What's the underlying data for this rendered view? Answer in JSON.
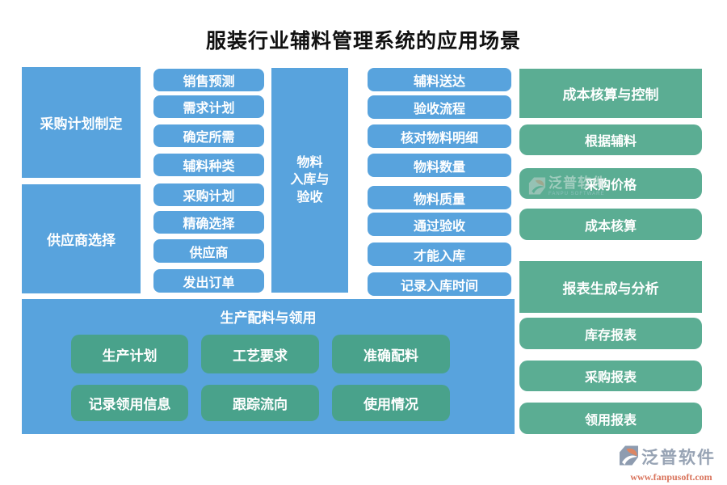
{
  "title": "服装行业辅料管理系统的应用场景",
  "colors": {
    "blue": "#58A3DD",
    "green": "#5BAD93",
    "green_dark": "#49A28B",
    "logo_gray": "#97A3B4",
    "logo_orange": "#D9745C"
  },
  "procurement_planning": {
    "label": "采购计划制定",
    "items": [
      "销售预测",
      "需求计划",
      "确定所需",
      "辅料种类"
    ]
  },
  "supplier_selection": {
    "label": "供应商选择",
    "items": [
      "采购计划",
      "精确选择",
      "供应商",
      "发出订单"
    ]
  },
  "warehousing": {
    "label_line1": "物料",
    "label_line2": "入库与",
    "label_line3": "验收",
    "items": [
      "辅料送达",
      "验收流程",
      "核对物料明细",
      "物料数量",
      "物料质量",
      "通过验收",
      "才能入库",
      "记录入库时间"
    ]
  },
  "cost_accounting": {
    "header": "成本核算与控制",
    "items": [
      "根据辅料",
      "采购价格",
      "成本核算"
    ]
  },
  "reporting": {
    "header": "报表生成与分析",
    "items": [
      "库存报表",
      "采购报表",
      "领用报表"
    ]
  },
  "production": {
    "header": "生产配料与领用",
    "row1": [
      "生产计划",
      "工艺要求",
      "准确配料"
    ],
    "row2": [
      "记录领用信息",
      "跟踪流向",
      "使用情况"
    ]
  },
  "watermark": {
    "text": "泛普软件",
    "sub": "FANPU SOFTWARE"
  },
  "branding": {
    "name": "泛普软件",
    "url": "www.fanpusoft.com"
  }
}
